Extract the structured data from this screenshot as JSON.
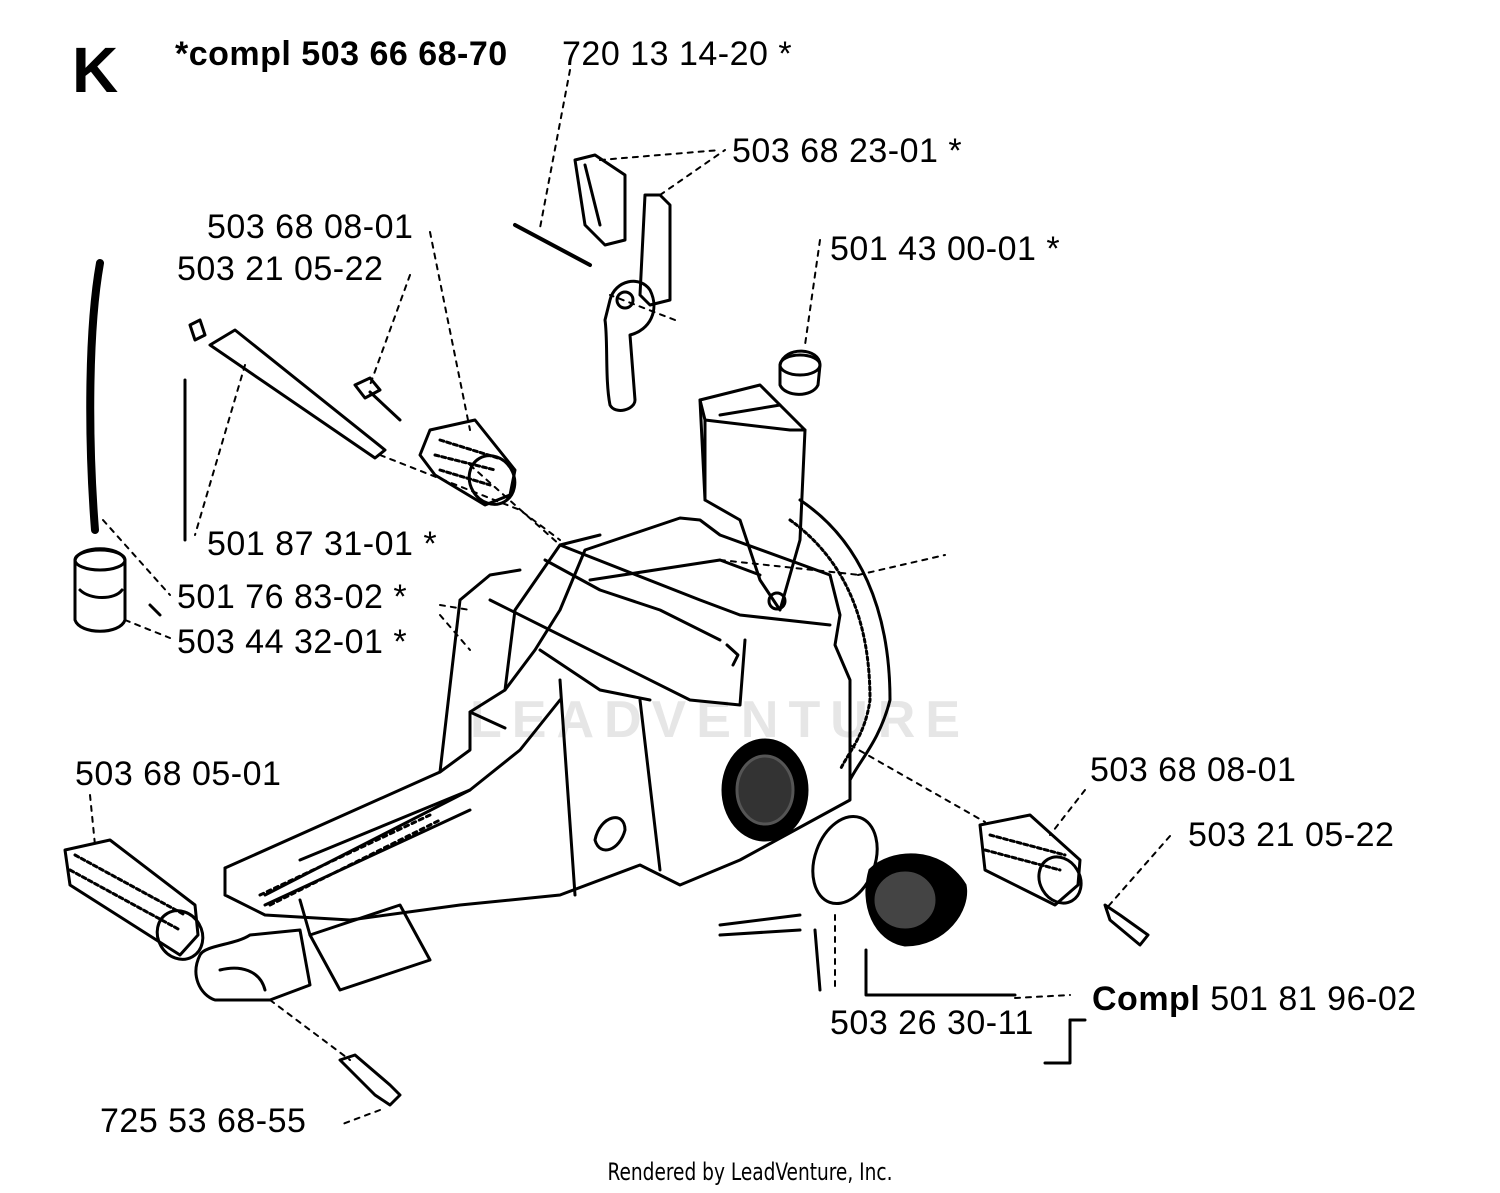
{
  "section_letter": "K",
  "assembly_label": "*compl 503 66 68-70",
  "watermark": "LEADVENTURE",
  "footer": "Rendered by LeadVenture, Inc.",
  "parts": {
    "p1": "720 13 14-20 *",
    "p2": "503 68 23-01 *",
    "p3": "503 68 08-01",
    "p4": "503 21 05-22",
    "p5": "501 43 00-01 *",
    "p6": "501 87 31-01 *",
    "p7": "501 76 83-02 *",
    "p8": "503 44 32-01 *",
    "p9": "503 68 05-01",
    "p10": "503 68 08-01",
    "p11": "503 21 05-22",
    "p12_bold": "Compl",
    "p12": "501 81 96-02",
    "p13": "503 26 30-11",
    "p14": "725 53 68-55"
  },
  "colors": {
    "ink": "#000000",
    "paper": "#ffffff",
    "watermark": "#e6e6e6"
  }
}
